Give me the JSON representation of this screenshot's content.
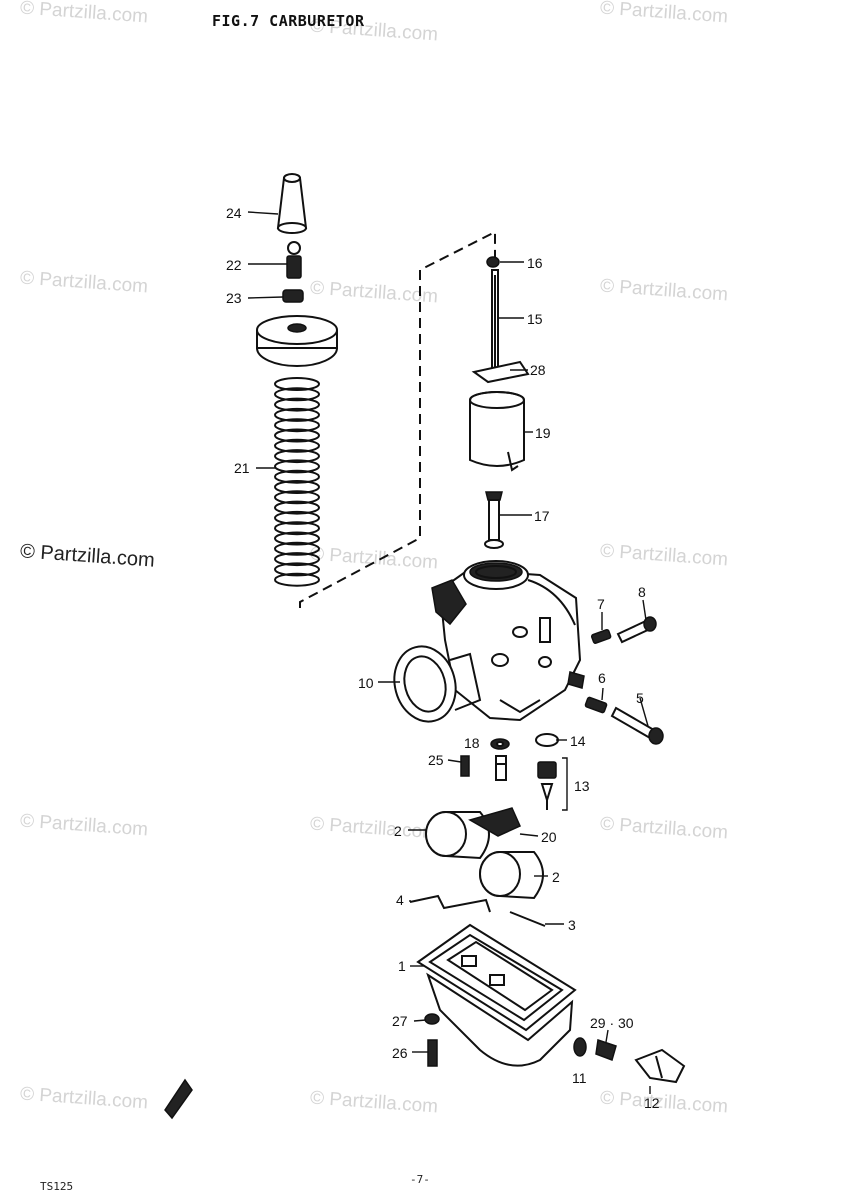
{
  "figure": {
    "title": "FIG.7  CARBURETOR",
    "page_number": "-7-",
    "code": "TS125"
  },
  "watermark": "© Partzilla.com",
  "callouts": [
    {
      "id": "24",
      "label": "24"
    },
    {
      "id": "22",
      "label": "22"
    },
    {
      "id": "23",
      "label": "23"
    },
    {
      "id": "21",
      "label": "21"
    },
    {
      "id": "16a",
      "label": "16"
    },
    {
      "id": "15",
      "label": "15"
    },
    {
      "id": "28",
      "label": "28"
    },
    {
      "id": "19",
      "label": "19"
    },
    {
      "id": "17",
      "label": "17"
    },
    {
      "id": "7",
      "label": "7"
    },
    {
      "id": "8",
      "label": "8"
    },
    {
      "id": "10",
      "label": "10"
    },
    {
      "id": "6",
      "label": "6"
    },
    {
      "id": "5",
      "label": "5"
    },
    {
      "id": "18",
      "label": "18"
    },
    {
      "id": "14",
      "label": "14"
    },
    {
      "id": "25",
      "label": "25"
    },
    {
      "id": "13",
      "label": "13"
    },
    {
      "id": "2a",
      "label": "2"
    },
    {
      "id": "20",
      "label": "20"
    },
    {
      "id": "2b",
      "label": "2"
    },
    {
      "id": "4",
      "label": "4"
    },
    {
      "id": "3",
      "label": "3"
    },
    {
      "id": "1",
      "label": "1"
    },
    {
      "id": "27",
      "label": "27"
    },
    {
      "id": "29-30",
      "label": "29 · 30"
    },
    {
      "id": "26",
      "label": "26"
    },
    {
      "id": "11",
      "label": "11"
    },
    {
      "id": "12",
      "label": "12"
    }
  ]
}
